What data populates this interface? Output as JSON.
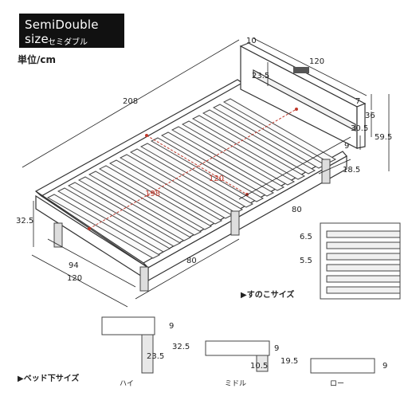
{
  "header": {
    "title": "SemiDouble size",
    "subtitle": "セミダブル",
    "unit_label": "単位/cm"
  },
  "dimensions": {
    "overall_length": "208",
    "headboard_width": "120",
    "headboard_depth": "10",
    "headboard_shelf": "23.5",
    "inner_length": "198",
    "inner_width": "120",
    "shelf_height": "7",
    "top_height": "36",
    "headboard_mid": "30.5",
    "headboard_gap": "9",
    "total_height": "59.5",
    "leg_spacing_front": "18.5",
    "frame_height": "32.5",
    "side_segment_right": "80",
    "side_segment_left": "80",
    "foot_inner": "94",
    "foot_width": "120"
  },
  "slats": {
    "label": "▶すのこサイズ",
    "gap": "6.5",
    "width": "5.5"
  },
  "leg_sizes": {
    "label": "▶ベッド下サイズ",
    "high": {
      "name": "ハイ",
      "frame": "9",
      "total": "32.5",
      "leg": "23.5"
    },
    "middle": {
      "name": "ミドル",
      "frame": "9",
      "total": "19.5",
      "leg": "10.5"
    },
    "low": {
      "name": "ロー",
      "frame": "9"
    }
  }
}
